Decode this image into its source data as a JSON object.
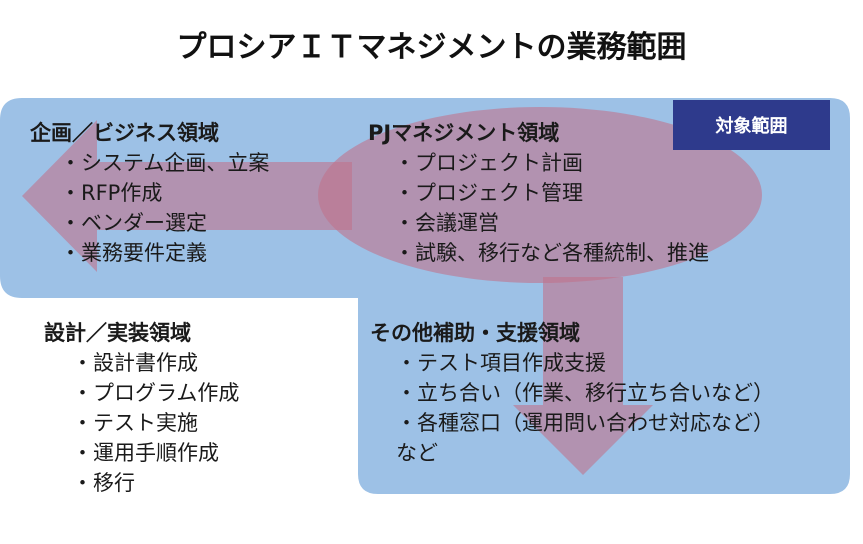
{
  "title": "プロシアＩＴマネジメントの業務範囲",
  "scope_label": "対象範囲",
  "colors": {
    "scope_fill": "#9dc1e6",
    "flow_fill": "#c0738c",
    "badge": "#2e3a8c"
  },
  "areas": {
    "planning": {
      "heading": "企画／ビジネス領域",
      "items": [
        "システム企画、立案",
        "RFP作成",
        "ベンダー選定",
        "業務要件定義"
      ]
    },
    "pm": {
      "heading": "PJマネジメント領域",
      "items": [
        "プロジェクト計画",
        "プロジェクト管理",
        "会議運営",
        "試験、移行など各種統制、推進"
      ]
    },
    "support": {
      "heading": "その他補助・支援領域",
      "items": [
        "テスト項目作成支援",
        "立ち合い（作業、移行立ち合いなど）",
        "各種窓口（運用問い合わせ対応など）"
      ],
      "tail": "など"
    },
    "design": {
      "heading": "設計／実装領域",
      "items": [
        "設計書作成",
        "プログラム作成",
        "テスト実施",
        "運用手順作成",
        "移行"
      ]
    }
  }
}
